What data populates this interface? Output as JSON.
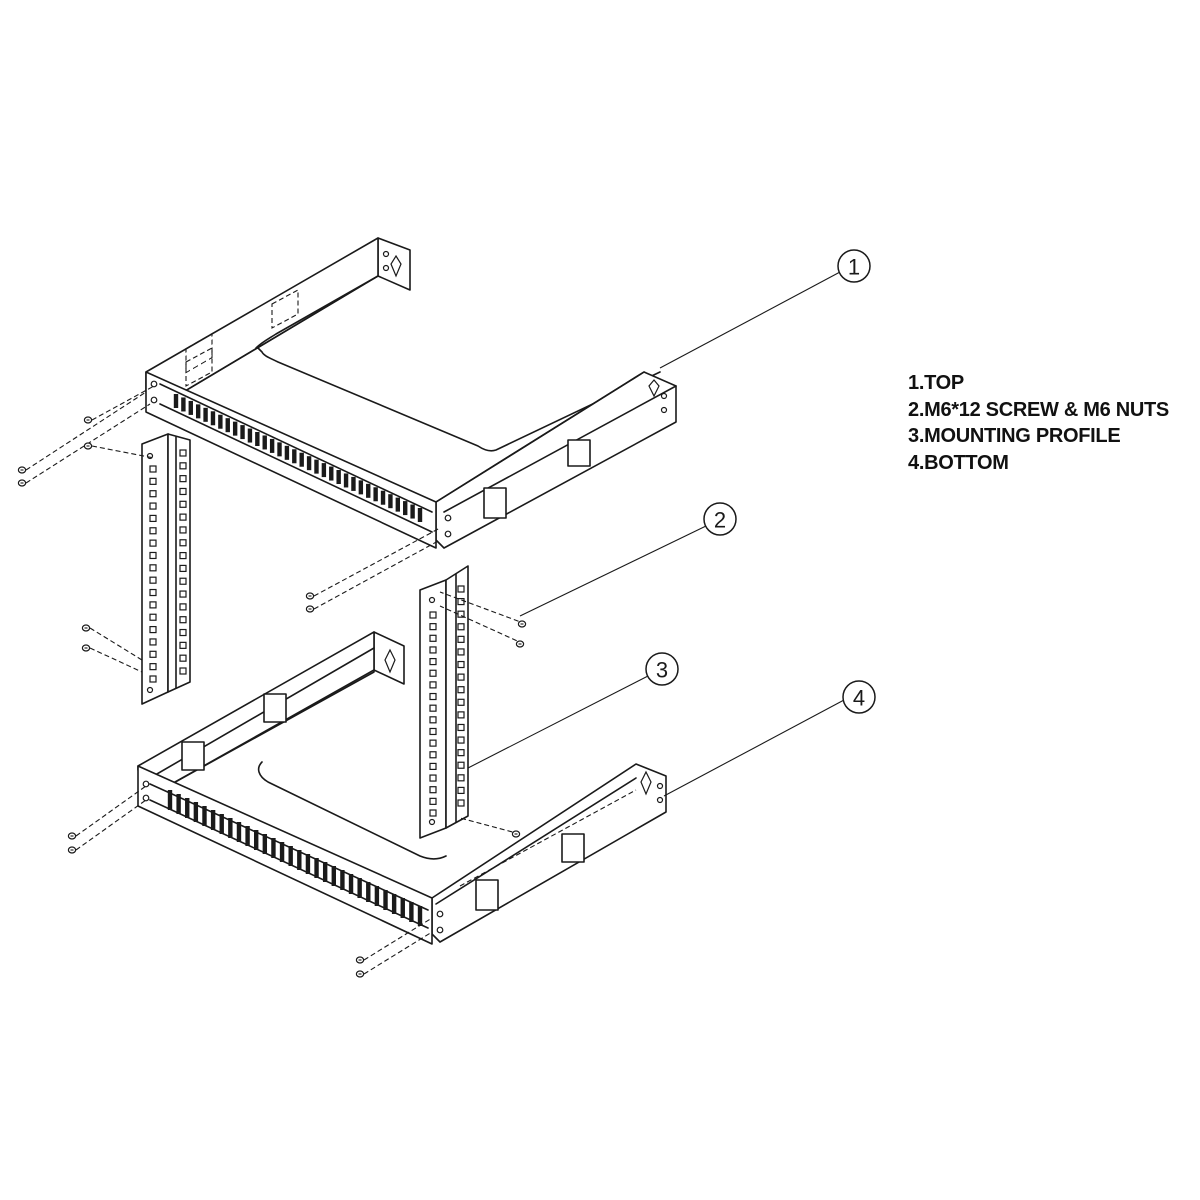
{
  "callouts": [
    {
      "number": "1"
    },
    {
      "number": "2"
    },
    {
      "number": "3"
    },
    {
      "number": "4"
    }
  ],
  "legend": {
    "items": [
      {
        "label": "1.TOP"
      },
      {
        "label": "2.M6*12 SCREW & M6 NUTS"
      },
      {
        "label": "3.MOUNTING PROFILE"
      },
      {
        "label": "4.BOTTOM"
      }
    ]
  }
}
